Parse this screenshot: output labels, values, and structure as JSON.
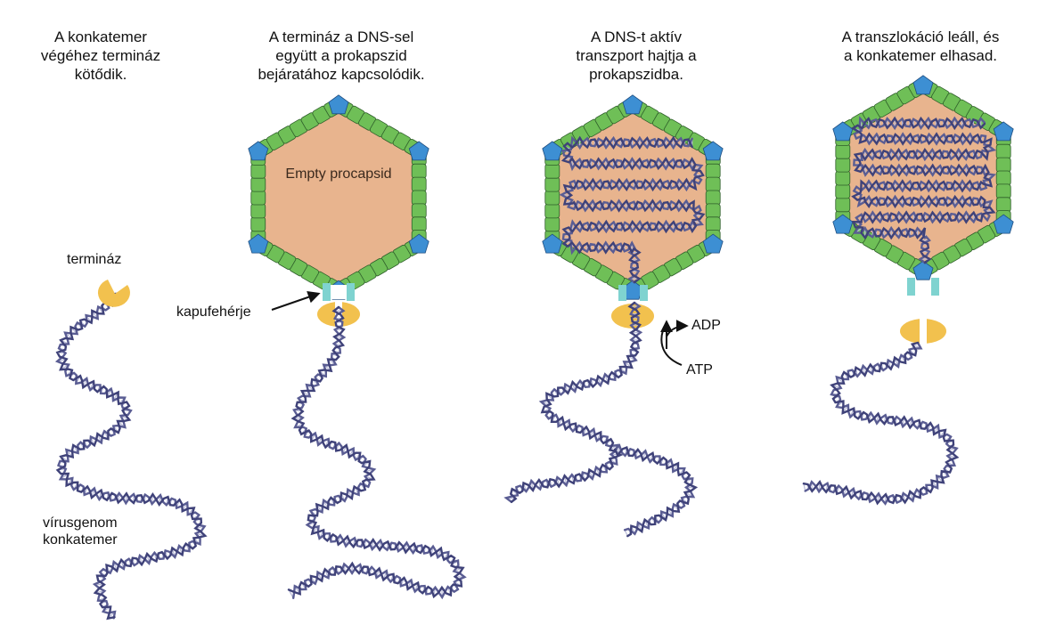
{
  "panels": [
    {
      "caption": [
        "A konkatemer",
        "végéhez termináz",
        "kötődik."
      ],
      "labels": {
        "terminase": "termináz",
        "genome": [
          "vírusgenom",
          "konkatemer"
        ]
      }
    },
    {
      "caption": [
        "A termináz a DNS-sel",
        "együtt a prokapszid",
        "bejáratához kapcsolódik."
      ],
      "labels": {
        "portal": "kapufehérje",
        "procapsid": "Empty procapsid"
      }
    },
    {
      "caption": [
        "A DNS-t aktív",
        "transzport hajtja a",
        "prokapszidba."
      ],
      "labels": {
        "adp": "ADP",
        "atp": "ATP"
      }
    },
    {
      "caption": [
        "A transzlokáció leáll, és",
        "a konkatemer elhasad."
      ],
      "labels": {}
    }
  ],
  "colors": {
    "capsid_fill": "#e8b48e",
    "capsid_green": "#6fbf57",
    "capsid_blue": "#3d8fd3",
    "capsid_outline": "#2e5e2a",
    "terminase": "#f2c14e",
    "portal": "#7fd3d0",
    "dna": "#5a5d93"
  },
  "icons": [
    "terminase-icon",
    "portal-protein-icon",
    "procapsid-icon",
    "dna-helix-icon",
    "atp-arrow-icon"
  ]
}
